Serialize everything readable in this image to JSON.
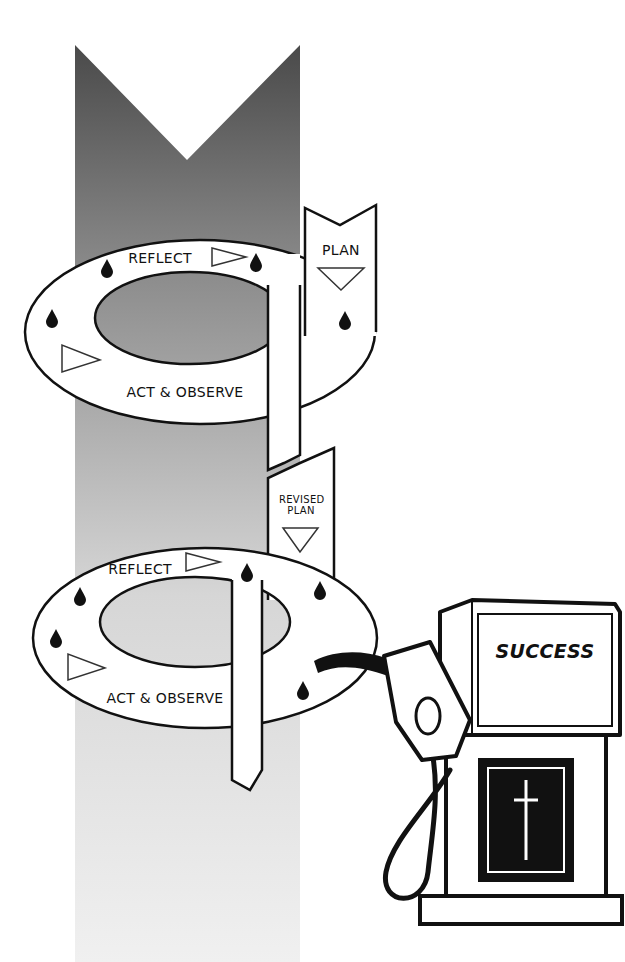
{
  "diagram": {
    "nodes": [
      {
        "text": [
          "PLAN"
        ]
      },
      {
        "text": [
          "ACT & OBSERVE"
        ]
      },
      {
        "text": [
          "REFLECT"
        ]
      },
      {
        "text": [
          "REVISED PLAN"
        ]
      },
      {
        "text": [
          "ACT & OBSERVE"
        ]
      },
      {
        "text": [
          "REFLECT"
        ]
      },
      {
        "text": [
          "SUCCESS"
        ]
      }
    ]
  }
}
